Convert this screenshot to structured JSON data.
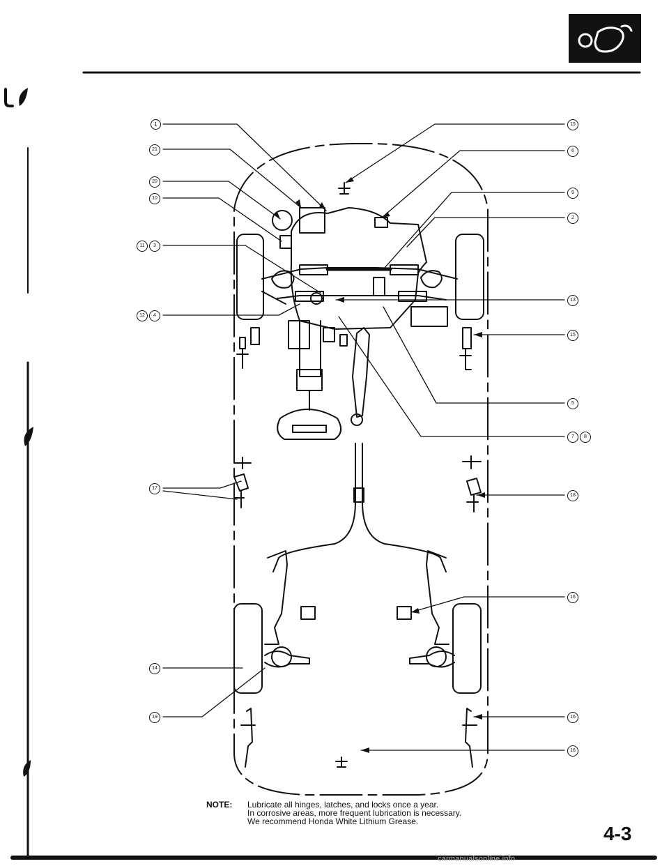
{
  "page": {
    "page_number": "4-3",
    "watermark": "carmanualsonline.info",
    "logo_icon": "grease-gun-hand-icon",
    "logo_text": "o"
  },
  "note": {
    "label": "NOTE:",
    "lines": [
      "Lubricate all hinges, latches, and locks once a year.",
      "In corrosive areas, more frequent lubrication is necessary.",
      "We recommend Honda White Lithium Grease."
    ]
  },
  "callouts": {
    "left": [
      "1",
      "21",
      "20",
      "10",
      "11",
      "3",
      "12",
      "4",
      "17",
      "14",
      "19"
    ],
    "right": [
      "15",
      "6",
      "9",
      "2",
      "13",
      "15",
      "5",
      "7",
      "8",
      "18",
      "16",
      "16",
      "16"
    ]
  },
  "colors": {
    "ink": "#111111",
    "paper": "#ffffff"
  }
}
